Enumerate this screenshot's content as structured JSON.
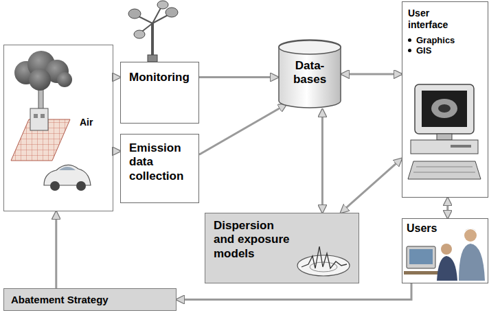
{
  "diagram": {
    "nodes": [
      {
        "text": [
          "Air"
        ]
      },
      {
        "text": [
          "Monitoring"
        ]
      },
      {
        "text": [
          "Emission data collection"
        ]
      },
      {
        "text": [
          "Data- bases"
        ]
      },
      {
        "text": [
          "User interface",
          "Graphics",
          "GIS"
        ]
      },
      {
        "text": [
          "Dispersion and exposure models"
        ]
      },
      {
        "text": [
          "Users"
        ]
      },
      {
        "text": [
          "Abatement Strategy"
        ]
      }
    ],
    "edges": [
      {
        "from": 0,
        "to": 1,
        "arrow": "to"
      },
      {
        "from": 0,
        "to": 2,
        "arrow": "to"
      },
      {
        "from": 1,
        "to": 3,
        "arrow": "to"
      },
      {
        "from": 2,
        "to": 3,
        "arrow": "to"
      },
      {
        "from": 3,
        "to": 4,
        "arrow": "both"
      },
      {
        "from": 3,
        "to": 5,
        "arrow": "both"
      },
      {
        "from": 5,
        "to": 4,
        "arrow": "both"
      },
      {
        "from": 4,
        "to": 6,
        "arrow": "both"
      },
      {
        "from": 6,
        "to": 7,
        "arrow": "to"
      },
      {
        "from": 7,
        "to": 0,
        "arrow": "to"
      }
    ]
  }
}
